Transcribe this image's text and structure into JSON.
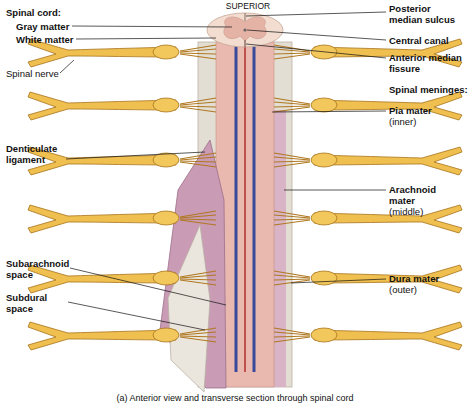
{
  "diagram": {
    "caption": "(a) Anterior view and transverse section through spinal cord",
    "labels": [
      "SUPERIOR",
      "Spinal cord:",
      "Gray matter",
      "White matter",
      "Spinal nerve",
      "Denticulate ligament",
      "Subarachnoid space",
      "Subdural space",
      "Posterior median sulcus",
      "Central canal",
      "Anterior median fissure",
      "Spinal meninges:",
      "Pia mater",
      "(inner)",
      "Arachnoid mater",
      "(middle)",
      "Dura mater",
      "(outer)"
    ]
  }
}
